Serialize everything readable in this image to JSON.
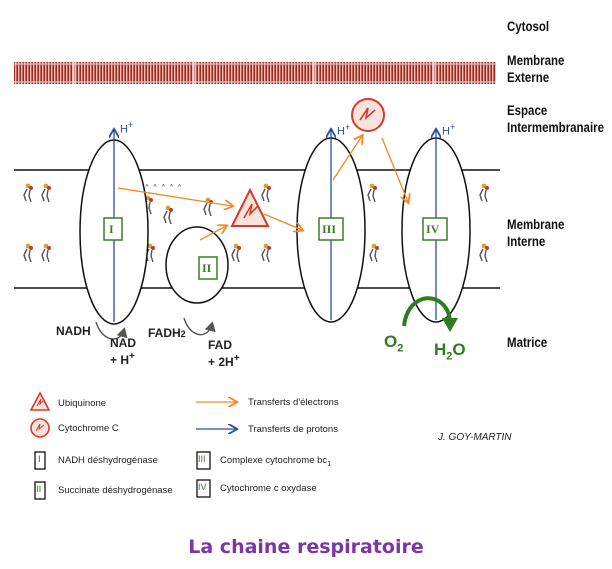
{
  "compartments": {
    "cytosol": "Cytosol",
    "outer_membrane_1": "Membrane",
    "outer_membrane_2": "Externe",
    "intermembrane_1": "Espace",
    "intermembrane_2": "Intermembranaire",
    "inner_membrane_1": "Membrane",
    "inner_membrane_2": "Interne",
    "matrix": "Matrice"
  },
  "complexes": {
    "I": "I",
    "II": "II",
    "III": "III",
    "IV": "IV"
  },
  "protons": {
    "h1": "H",
    "h3": "H",
    "h4": "H",
    "plus": "+"
  },
  "substrates": {
    "nadh": "NADH",
    "nad_1": "NAD",
    "nad_2": "+ H",
    "fadh2": "FADH",
    "fadh2_sub": "2",
    "fad_1": "FAD",
    "fad_2": "+ 2H",
    "o2": "O",
    "o2_sub": "2",
    "h2o_1": "H",
    "h2o_sub": "2",
    "h2o_2": "O"
  },
  "legend": {
    "ubiquinone": "Ubiquinone",
    "cytochrome_c": "Cytochrome C",
    "electron_transfer": "Transferts d'électrons",
    "proton_transfer": "Transferts de protons",
    "complex_I": "NADH déshydrogénase",
    "complex_II": "Succinate déshydrogénase",
    "complex_III": "Complexe cytochrome bc",
    "complex_III_sub": "1",
    "complex_IV": "Cytochrome c oxydase"
  },
  "author": "J. GOY-MARTIN",
  "caption": "La chaine respiratoire",
  "colors": {
    "outer_membrane": "#c0392b",
    "electron_arrow": "#f08a24",
    "proton_arrow": "#2b4fa0",
    "complex_box": "#3a7d2a",
    "ubiquinone": "#d63a2a",
    "water_arrow": "#2e7d1e",
    "caption": "#7b35a5"
  }
}
